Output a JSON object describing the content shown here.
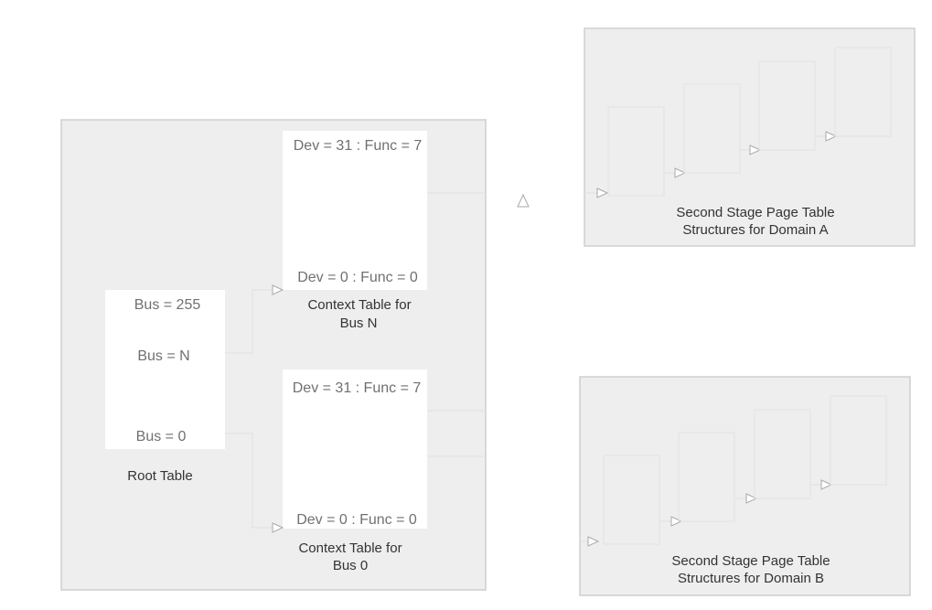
{
  "root_table": {
    "entries": {
      "top": "Bus = 255",
      "middle": "Bus = N",
      "bottom": "Bus = 0"
    },
    "caption": "Root Table"
  },
  "context_table_bus_n": {
    "entries": {
      "top": "Dev = 31 : Func = 7",
      "bottom": "Dev = 0 : Func = 0"
    },
    "caption_line1": "Context Table for",
    "caption_line2": "Bus N"
  },
  "context_table_bus_0": {
    "entries": {
      "top": "Dev = 31 : Func = 7",
      "bottom": "Dev = 0 : Func = 0"
    },
    "caption_line1": "Context Table for",
    "caption_line2": "Bus 0"
  },
  "domain_a": {
    "caption_line1": "Second Stage Page Table",
    "caption_line2": "Structures for Domain A"
  },
  "domain_b": {
    "caption_line1": "Second Stage Page Table",
    "caption_line2": "Structures for Domain B"
  },
  "colors": {
    "panel_fill": "#eeeeee",
    "panel_border": "#cfcfcf",
    "box_fill": "#ffffff",
    "entry_text": "#707070",
    "caption_text": "#333333",
    "connector": "#e0e0e0"
  }
}
